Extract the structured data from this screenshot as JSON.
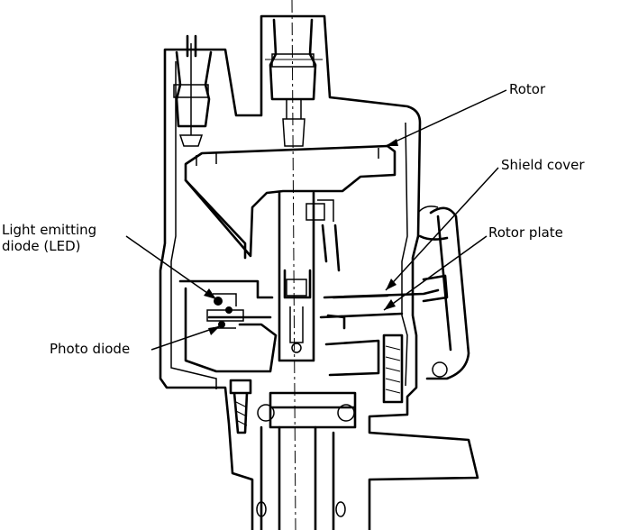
{
  "labels": {
    "rotor": "Rotor",
    "shield_cover": "Shield cover",
    "rotor_plate": "Rotor plate",
    "led_line1": "Light emitting",
    "led_line2": "diode (LED)",
    "photo_diode": "Photo diode"
  }
}
